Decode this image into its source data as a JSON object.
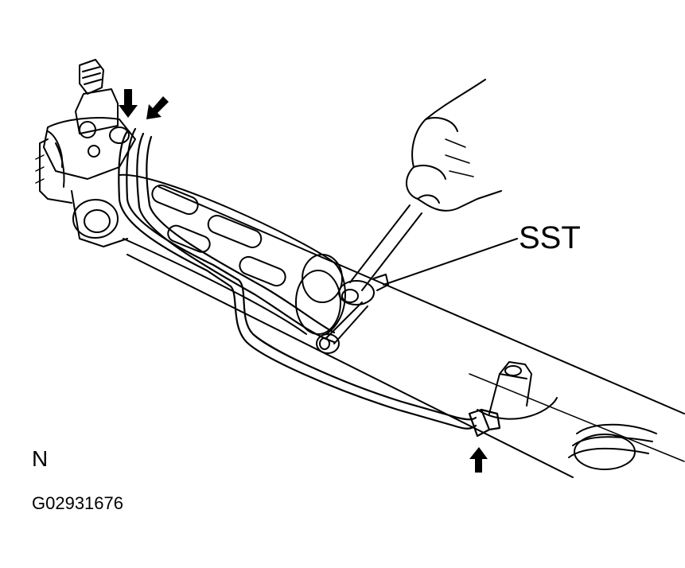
{
  "labels": {
    "tool": "SST",
    "view_mark": "N",
    "figure_code": "G02931676"
  },
  "colors": {
    "line": "#000000",
    "background": "#ffffff"
  },
  "icons": [
    "arrow-icon",
    "hand-icon",
    "wrench-icon"
  ]
}
